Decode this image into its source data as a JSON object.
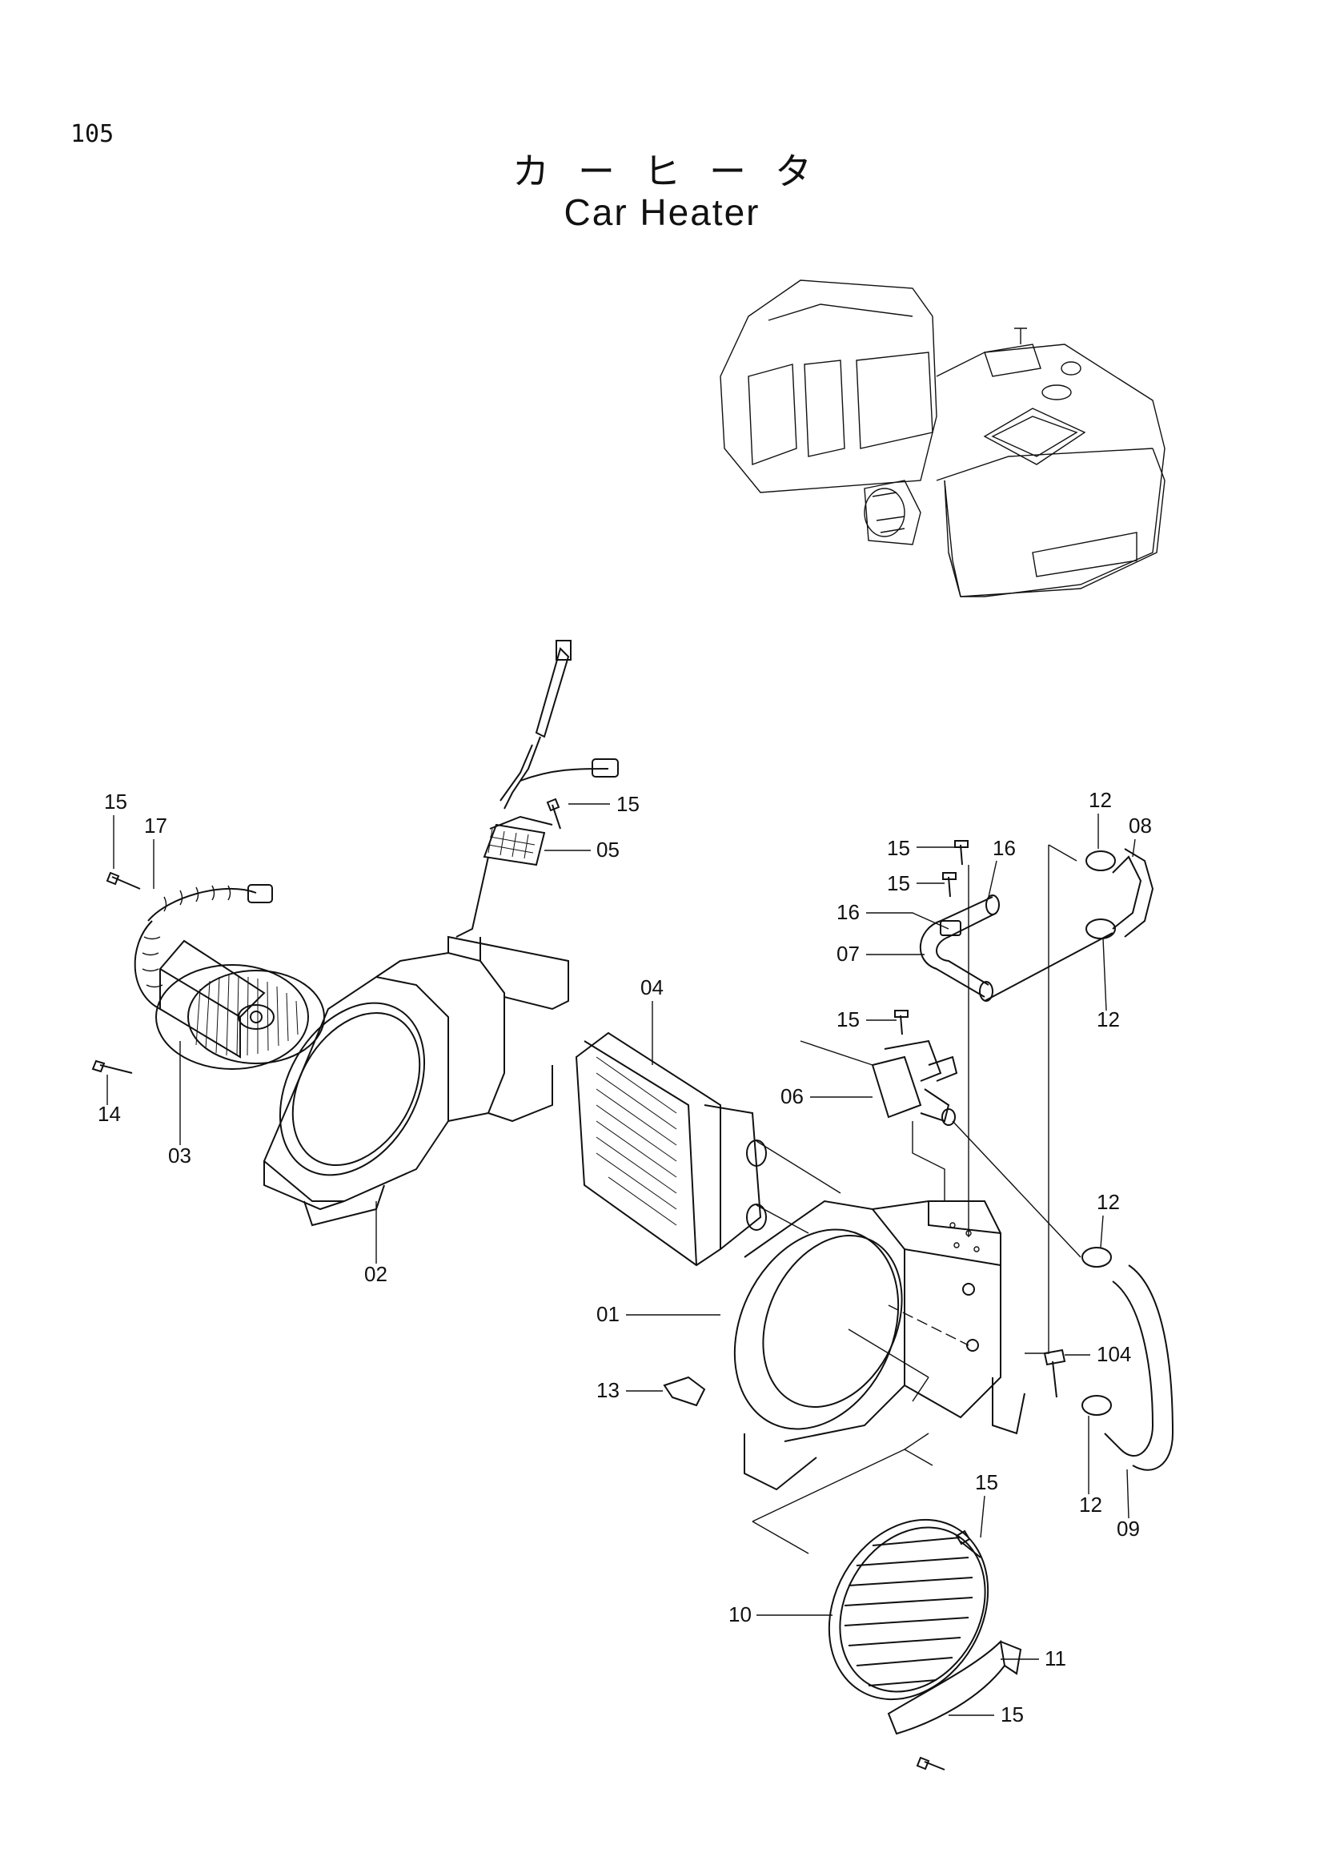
{
  "page_number": "105",
  "title_jp": "カーヒータ",
  "title_en": "Car Heater",
  "callouts": [
    "15",
    "17",
    "14",
    "03",
    "02",
    "05",
    "15",
    "04",
    "15",
    "16",
    "15",
    "16",
    "07",
    "12",
    "08",
    "12",
    "15",
    "06",
    "12",
    "01",
    "104",
    "13",
    "12",
    "09",
    "15",
    "10",
    "11",
    "15"
  ]
}
